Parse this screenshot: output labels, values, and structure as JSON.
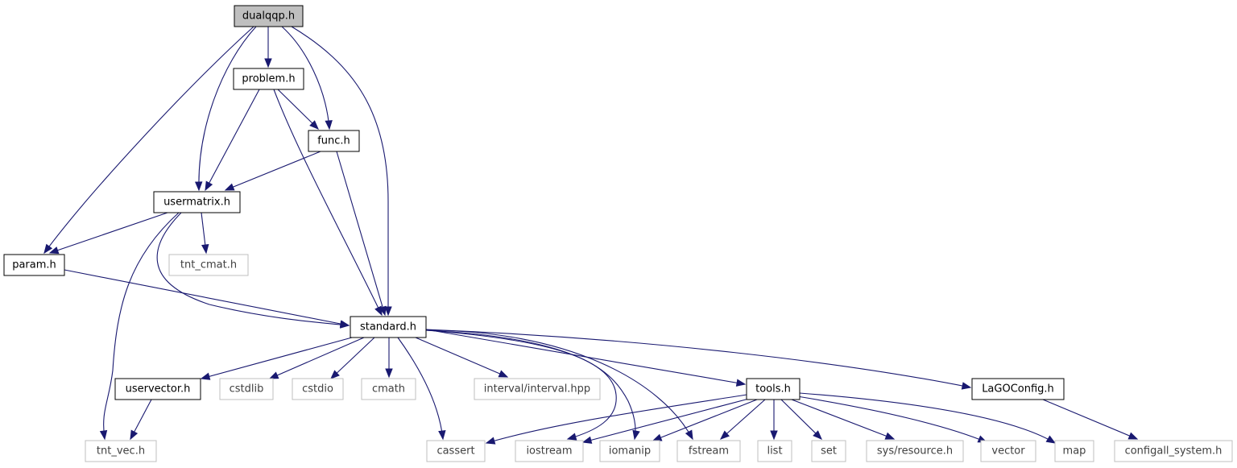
{
  "colors": {
    "edge": "#191970",
    "root_fill": "#bfbfbf",
    "documented_border": "#000000",
    "external_border": "#bfbfbf",
    "external_text": "#404040",
    "text": "#000000"
  },
  "nodes": [
    {
      "id": "dualqqp",
      "label": "dualqqp.h",
      "kind": "root"
    },
    {
      "id": "problem",
      "label": "problem.h",
      "kind": "documented"
    },
    {
      "id": "func",
      "label": "func.h",
      "kind": "documented"
    },
    {
      "id": "usermatrix",
      "label": "usermatrix.h",
      "kind": "documented"
    },
    {
      "id": "param",
      "label": "param.h",
      "kind": "documented"
    },
    {
      "id": "tnt_cmat",
      "label": "tnt_cmat.h",
      "kind": "external"
    },
    {
      "id": "standard",
      "label": "standard.h",
      "kind": "documented"
    },
    {
      "id": "uservector",
      "label": "uservector.h",
      "kind": "documented"
    },
    {
      "id": "cstdlib",
      "label": "cstdlib",
      "kind": "external"
    },
    {
      "id": "cstdio",
      "label": "cstdio",
      "kind": "external"
    },
    {
      "id": "cmath",
      "label": "cmath",
      "kind": "external"
    },
    {
      "id": "interval",
      "label": "interval/interval.hpp",
      "kind": "external"
    },
    {
      "id": "tools",
      "label": "tools.h",
      "kind": "documented"
    },
    {
      "id": "lagoconfig",
      "label": "LaGOConfig.h",
      "kind": "documented"
    },
    {
      "id": "tnt_vec",
      "label": "tnt_vec.h",
      "kind": "external"
    },
    {
      "id": "cassert",
      "label": "cassert",
      "kind": "external"
    },
    {
      "id": "iostream",
      "label": "iostream",
      "kind": "external"
    },
    {
      "id": "iomanip",
      "label": "iomanip",
      "kind": "external"
    },
    {
      "id": "fstream",
      "label": "fstream",
      "kind": "external"
    },
    {
      "id": "list",
      "label": "list",
      "kind": "external"
    },
    {
      "id": "set",
      "label": "set",
      "kind": "external"
    },
    {
      "id": "sysresource",
      "label": "sys/resource.h",
      "kind": "external"
    },
    {
      "id": "vector",
      "label": "vector",
      "kind": "external"
    },
    {
      "id": "map",
      "label": "map",
      "kind": "external"
    },
    {
      "id": "configall",
      "label": "configall_system.h",
      "kind": "external"
    }
  ],
  "edges": [
    {
      "from": "dualqqp",
      "to": "problem"
    },
    {
      "from": "dualqqp",
      "to": "func"
    },
    {
      "from": "dualqqp",
      "to": "usermatrix"
    },
    {
      "from": "dualqqp",
      "to": "param"
    },
    {
      "from": "dualqqp",
      "to": "standard"
    },
    {
      "from": "problem",
      "to": "func"
    },
    {
      "from": "problem",
      "to": "usermatrix"
    },
    {
      "from": "problem",
      "to": "standard"
    },
    {
      "from": "func",
      "to": "usermatrix"
    },
    {
      "from": "func",
      "to": "standard"
    },
    {
      "from": "usermatrix",
      "to": "param"
    },
    {
      "from": "usermatrix",
      "to": "tnt_cmat"
    },
    {
      "from": "usermatrix",
      "to": "standard"
    },
    {
      "from": "usermatrix",
      "to": "tnt_vec"
    },
    {
      "from": "param",
      "to": "standard"
    },
    {
      "from": "standard",
      "to": "uservector"
    },
    {
      "from": "standard",
      "to": "cstdlib"
    },
    {
      "from": "standard",
      "to": "cstdio"
    },
    {
      "from": "standard",
      "to": "cmath"
    },
    {
      "from": "standard",
      "to": "cassert"
    },
    {
      "from": "standard",
      "to": "interval"
    },
    {
      "from": "standard",
      "to": "iostream"
    },
    {
      "from": "standard",
      "to": "iomanip"
    },
    {
      "from": "standard",
      "to": "fstream"
    },
    {
      "from": "standard",
      "to": "tools"
    },
    {
      "from": "standard",
      "to": "lagoconfig"
    },
    {
      "from": "uservector",
      "to": "tnt_vec"
    },
    {
      "from": "tools",
      "to": "cassert"
    },
    {
      "from": "tools",
      "to": "iostream"
    },
    {
      "from": "tools",
      "to": "iomanip"
    },
    {
      "from": "tools",
      "to": "fstream"
    },
    {
      "from": "tools",
      "to": "list"
    },
    {
      "from": "tools",
      "to": "set"
    },
    {
      "from": "tools",
      "to": "sysresource"
    },
    {
      "from": "tools",
      "to": "vector"
    },
    {
      "from": "tools",
      "to": "map"
    },
    {
      "from": "lagoconfig",
      "to": "configall"
    }
  ]
}
